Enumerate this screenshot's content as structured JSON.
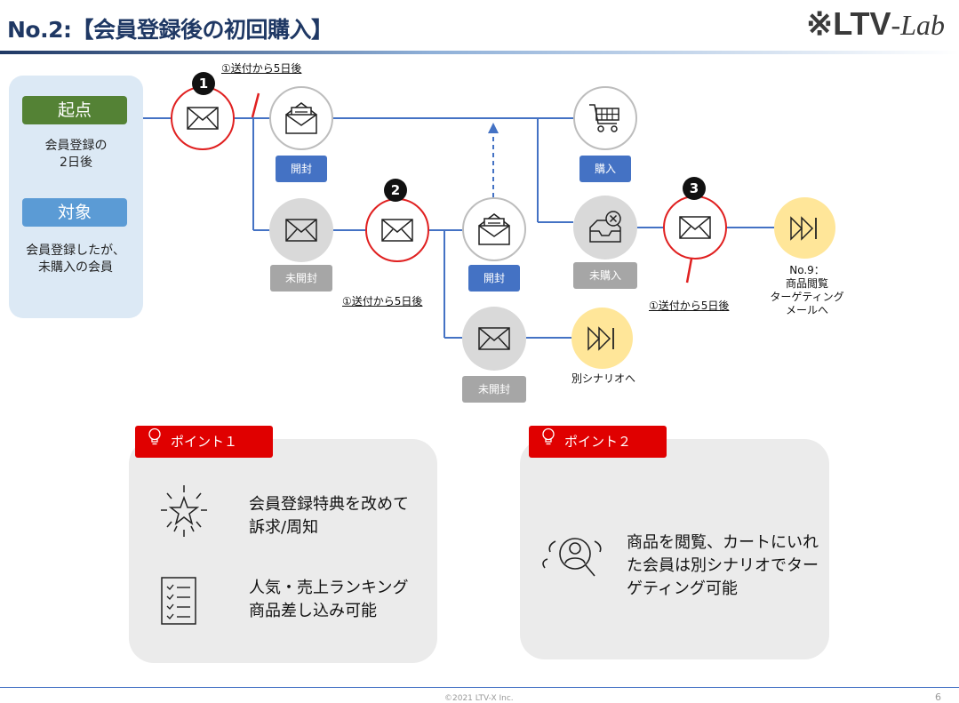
{
  "header": {
    "title": "No.2:【会員登録後の初回購入】",
    "logo_mark": "※",
    "logo_brand": "LTV",
    "logo_suffix": "-Lab"
  },
  "colors": {
    "accent_red": "#e02020",
    "blue": "#4472c4",
    "green": "#548235",
    "light_blue": "#5b9bd5",
    "gray": "#a6a6a6",
    "yellow": "#ffe699",
    "navy": "#1f3864"
  },
  "left_panel": {
    "start_label": "起点",
    "start_text": "会員登録の\n2日後",
    "target_label": "対象",
    "target_text": "会員登録したが、\n未購入の会員"
  },
  "flow": {
    "step1_num": "1",
    "step2_num": "2",
    "step3_num": "3",
    "delay_note": "①送付から5日後",
    "open_label": "開封",
    "unopened_label": "未開封",
    "purchase_label": "購入",
    "not_purchased_label": "未購入",
    "next_scenario": "No.9：\n商品閲覧\nターゲティング\nメールへ",
    "other_scenario": "別シナリオへ"
  },
  "points": {
    "p1": {
      "tag": "ポイント１",
      "item1": "会員登録特典を改めて\n訴求/周知",
      "item2": "人気・売上ランキング\n商品差し込み可能"
    },
    "p2": {
      "tag": "ポイント２",
      "item1": "商品を閲覧、カートにいれ\nた会員は別シナリオでター\nゲティング可能"
    }
  },
  "footer": {
    "copyright": "©2021 LTV-X Inc.",
    "page": "6"
  },
  "icons": [
    "envelope-icon",
    "open-envelope-icon",
    "cart-icon",
    "inbox-x-icon",
    "fast-forward-icon",
    "lightbulb-icon",
    "star-icon",
    "checklist-icon",
    "user-search-icon"
  ]
}
